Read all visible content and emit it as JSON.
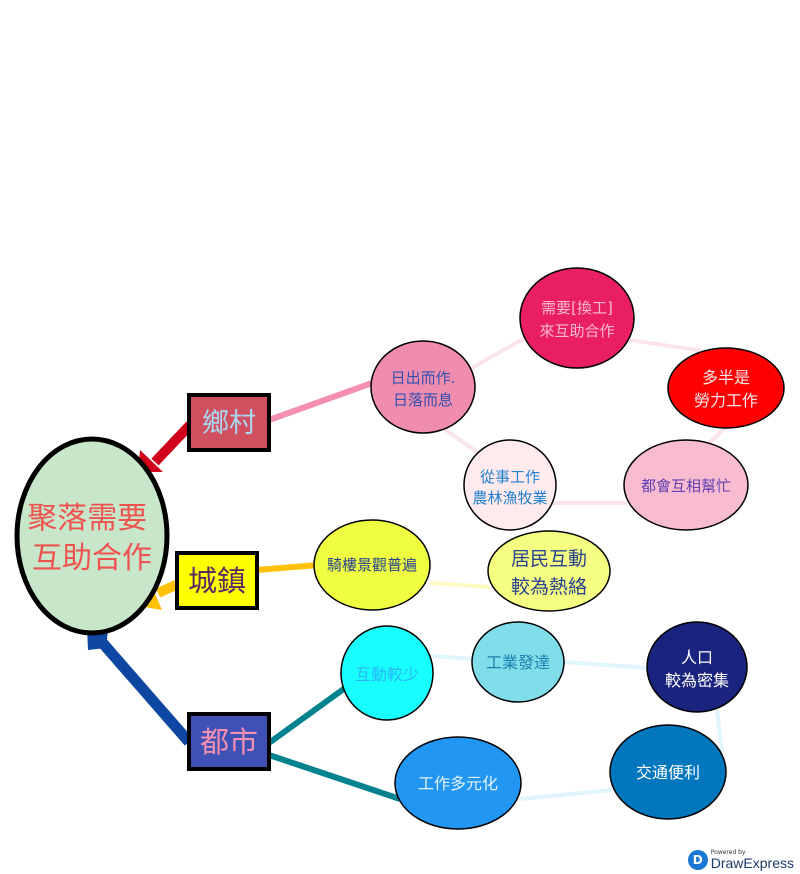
{
  "central": {
    "line1": "聚落需要",
    "line2": "互助合作",
    "fill": "#c8e6c9",
    "color": "#ef5350"
  },
  "categories": [
    {
      "label": "鄉村",
      "fill": "#d05060",
      "color": "#a8d8f0",
      "arrow": "#d0021b"
    },
    {
      "label": "城鎮",
      "fill": "#ffff00",
      "color": "#5a2a60",
      "arrow": "#ffc107"
    },
    {
      "label": "都市",
      "fill": "#3f51b5",
      "color": "#f48fb1",
      "arrow": "#0d47a1"
    }
  ],
  "nodes": {
    "rural1": {
      "line1": "日出而作.",
      "line2": "日落而息"
    },
    "rural2": {
      "line1": "需要[換工]",
      "line2": "來互助合作"
    },
    "rural3": {
      "line1": "多半是",
      "line2": "勞力工作"
    },
    "rural4": {
      "line1": "從事工作",
      "line2": "農林漁牧業"
    },
    "rural5": {
      "line1": "都會互相幫忙"
    },
    "town1": {
      "line1": "騎樓景觀普遍"
    },
    "town2": {
      "line1": "居民互動",
      "line2": "較為熱絡"
    },
    "city1": {
      "line1": "互動較少"
    },
    "city2": {
      "line1": "工業發達"
    },
    "city3": {
      "line1": "人口",
      "line2": "較為密集"
    },
    "city4": {
      "line1": "工作多元化"
    },
    "city5": {
      "line1": "交通便利"
    }
  },
  "logo": {
    "powered": "Powered by",
    "brand": "DrawExpress"
  }
}
